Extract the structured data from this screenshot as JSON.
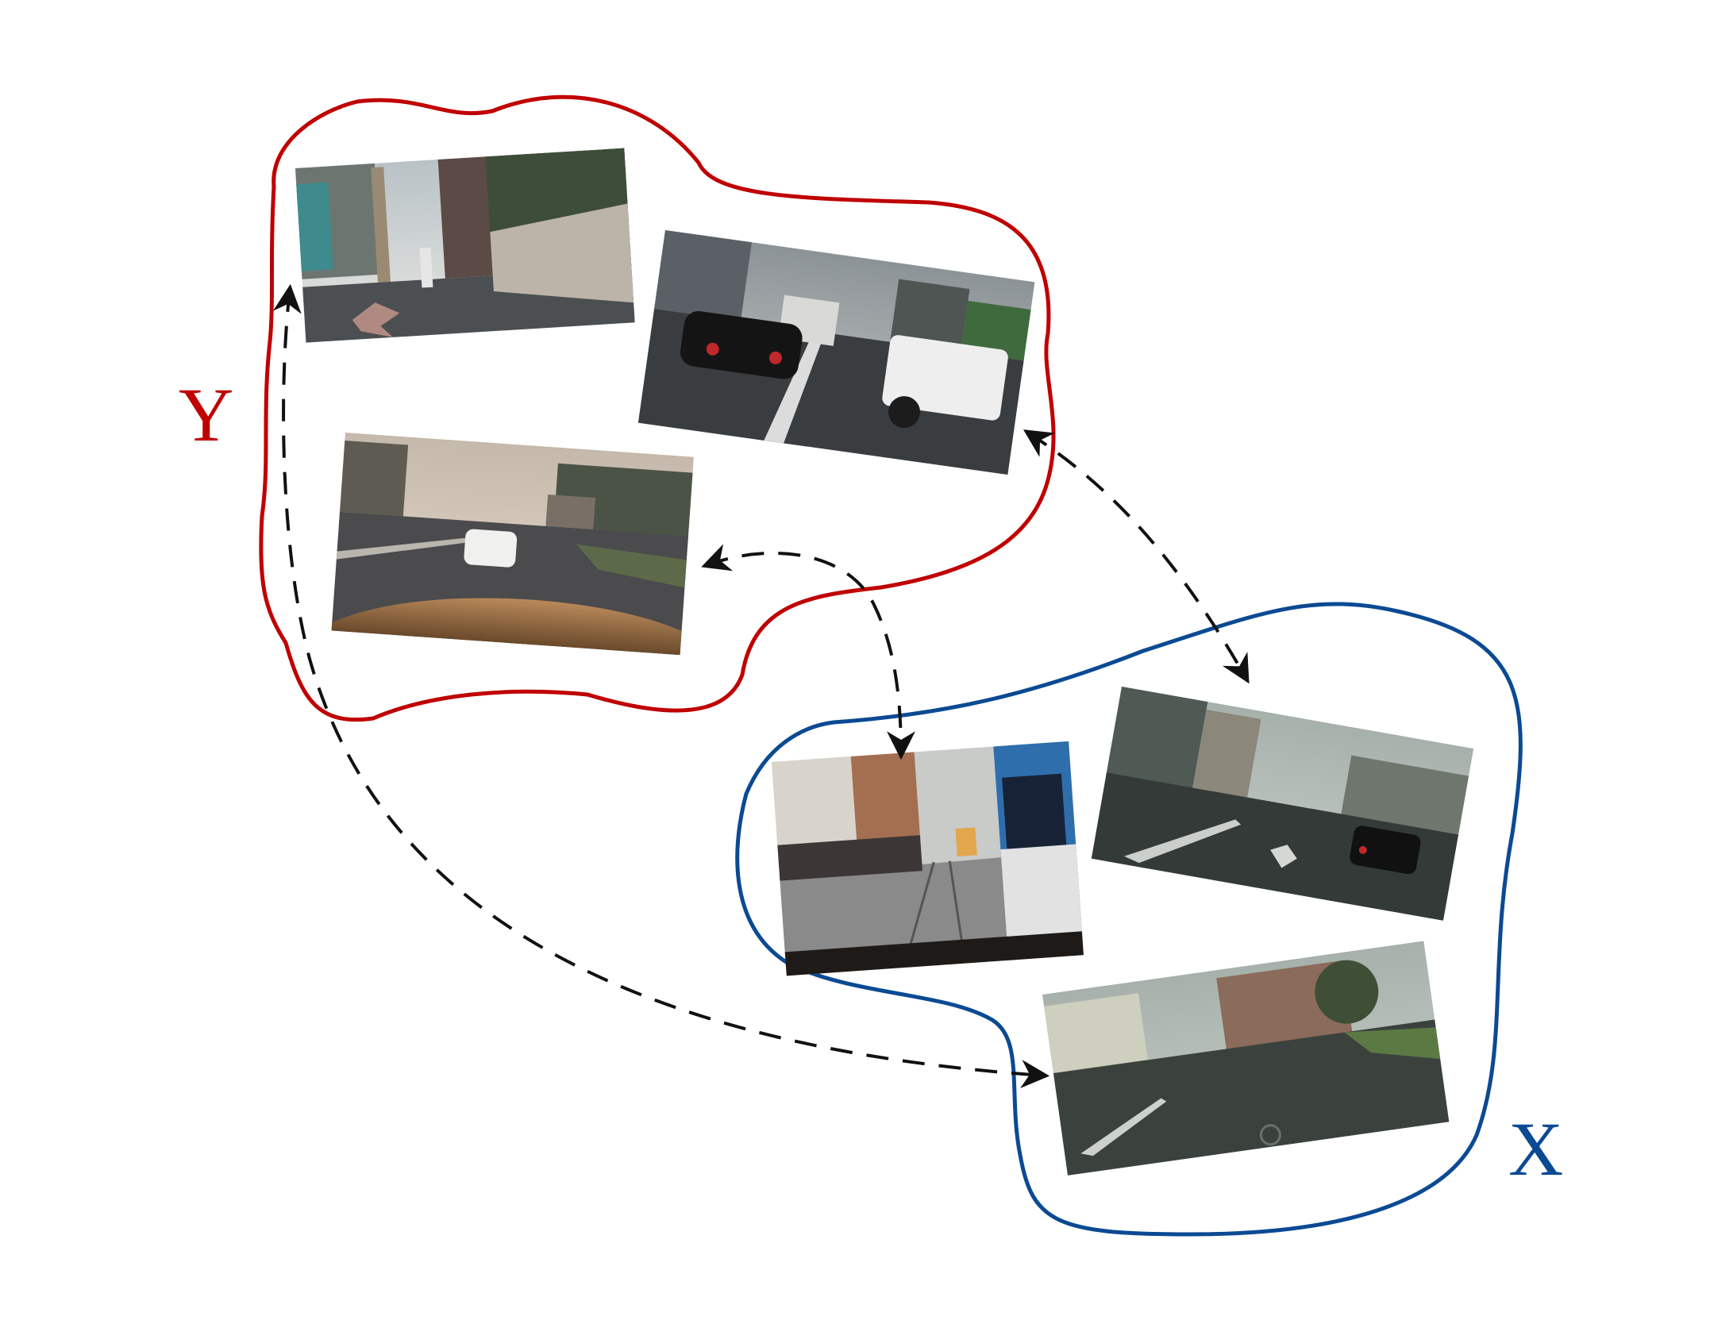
{
  "domains": {
    "Y": {
      "label": "Y",
      "color": "#c00000"
    },
    "X": {
      "label": "X",
      "color": "#0b4a93"
    }
  },
  "images": {
    "Y": [
      "sidewalk-scene",
      "wet-road-traffic-scene",
      "car-hood-sunset-scene"
    ],
    "X": [
      "tram-street-scene",
      "city-road-car-scene",
      "residential-street-scene"
    ]
  },
  "arrow_color": "#111111"
}
